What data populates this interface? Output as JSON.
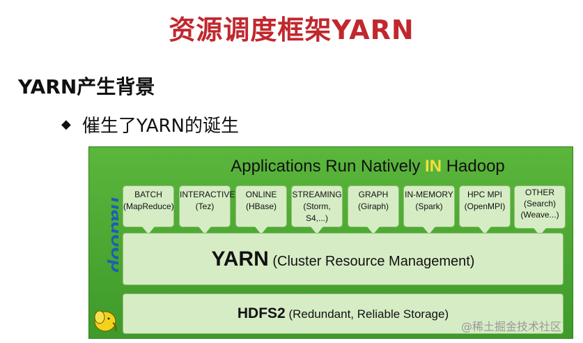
{
  "slide": {
    "title": "资源调度框架YARN",
    "section_title": "YARN产生背景",
    "bullet_symbol": "◆",
    "bullet_text": "催生了YARN的诞生"
  },
  "diagram": {
    "title_pre": "Applications Run Natively ",
    "title_in": "IN",
    "title_post": " Hadoop",
    "logo_text": "hadoop",
    "apps": [
      {
        "name": "BATCH",
        "sub": "(MapReduce)"
      },
      {
        "name": "INTERACTIVE",
        "sub": "(Tez)"
      },
      {
        "name": "ONLINE",
        "sub": "(HBase)"
      },
      {
        "name": "STREAMING",
        "sub": "(Storm, S4,...)"
      },
      {
        "name": "GRAPH",
        "sub": "(Giraph)"
      },
      {
        "name": "IN-MEMORY",
        "sub": "(Spark)"
      },
      {
        "name": "HPC MPI",
        "sub": "(OpenMPI)"
      },
      {
        "name": "OTHER",
        "sub": "(Search)",
        "sub2": "(Weave...)"
      }
    ],
    "yarn_main": "YARN",
    "yarn_detail": " (Cluster Resource Management)",
    "hdfs_main": "HDFS2",
    "hdfs_detail": " (Redundant, Reliable Storage)"
  },
  "watermark": "@稀土掘金技术社区",
  "colors": {
    "title_red": "#c0282d",
    "diagram_green": "#4caa33",
    "box_fill": "#d6ecc5",
    "in_yellow": "#f4e03b",
    "logo_blue": "#1a5fb4"
  }
}
